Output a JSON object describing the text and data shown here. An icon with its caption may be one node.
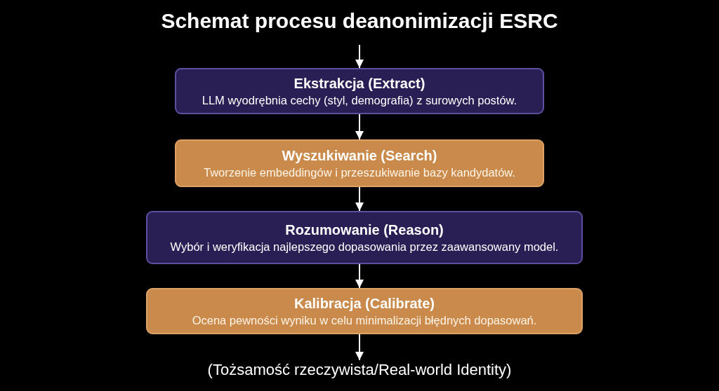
{
  "diagram": {
    "title": "Schemat procesu deanonimizacji ESRC",
    "nodes": [
      {
        "text": [
          "Ekstrakcja (Extract)",
          "LLM wyodrębnia cechy (styl, demografia) z surowych postów."
        ]
      },
      {
        "text": [
          "Wyszukiwanie (Search)",
          "Tworzenie embeddingów i przeszukiwanie bazy kandydatów."
        ]
      },
      {
        "text": [
          "Rozumowanie (Reason)",
          "Wybór i weryfikacja najlepszego dopasowania przez zaawansowany model."
        ]
      },
      {
        "text": [
          "Kalibracja (Calibrate)",
          "Ocena pewności wyniku w celu minimalizacji błędnych dopasowań."
        ]
      },
      {
        "text": [
          "(Tożsamość rzeczywista/Real-world Identity)"
        ]
      }
    ],
    "edges": [
      {
        "from": null,
        "to": 0,
        "arrow": "to"
      },
      {
        "from": 0,
        "to": 1,
        "arrow": "to"
      },
      {
        "from": 1,
        "to": 2,
        "arrow": "to"
      },
      {
        "from": 2,
        "to": 3,
        "arrow": "to"
      },
      {
        "from": 3,
        "to": 4,
        "arrow": "to"
      }
    ]
  }
}
